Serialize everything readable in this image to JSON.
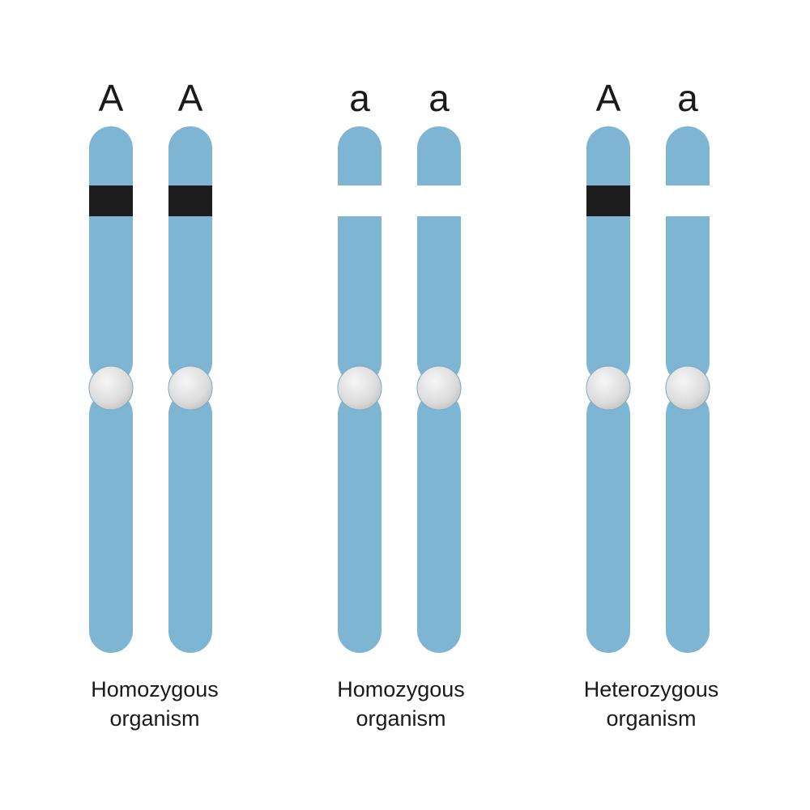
{
  "colors": {
    "chromosome": "#7eb5d2",
    "dominant_band": "#1d1d1d",
    "recessive_band": "#ffffff",
    "centromere": "#dedede",
    "text": "#1a1a1a"
  },
  "groups": [
    {
      "caption_line1": "Homozygous",
      "caption_line2": "organism",
      "chromosomes": [
        {
          "allele": "A",
          "band": "dominant"
        },
        {
          "allele": "A",
          "band": "dominant"
        }
      ]
    },
    {
      "caption_line1": "Homozygous",
      "caption_line2": "organism",
      "chromosomes": [
        {
          "allele": "a",
          "band": "recessive"
        },
        {
          "allele": "a",
          "band": "recessive"
        }
      ]
    },
    {
      "caption_line1": "Heterozygous",
      "caption_line2": "organism",
      "chromosomes": [
        {
          "allele": "A",
          "band": "dominant"
        },
        {
          "allele": "a",
          "band": "recessive"
        }
      ]
    }
  ]
}
